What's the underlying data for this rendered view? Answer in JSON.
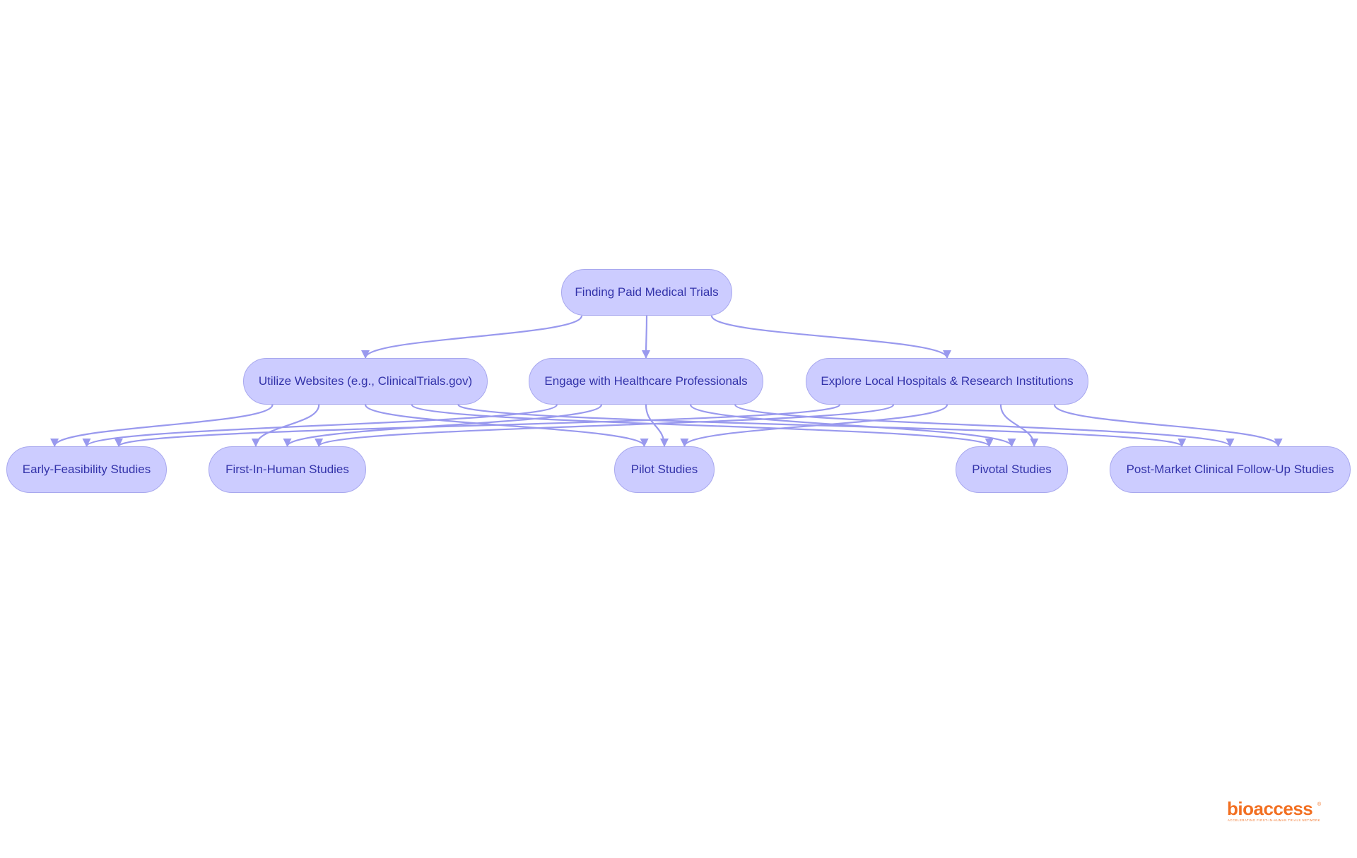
{
  "diagram": {
    "root": {
      "label": "Finding Paid Medical Trials"
    },
    "methods": [
      {
        "label": "Utilize Websites (e.g., ClinicalTrials.gov)"
      },
      {
        "label": "Engage with Healthcare Professionals"
      },
      {
        "label": "Explore Local Hospitals & Research Institutions"
      }
    ],
    "studies": [
      {
        "label": "Early-Feasibility Studies"
      },
      {
        "label": "First-In-Human Studies"
      },
      {
        "label": "Pilot Studies"
      },
      {
        "label": "Pivotal Studies"
      },
      {
        "label": "Post-Market Clinical Follow-Up Studies"
      }
    ],
    "edges": [
      [
        "root",
        "m0"
      ],
      [
        "root",
        "m1"
      ],
      [
        "root",
        "m2"
      ],
      [
        "m0",
        "s0"
      ],
      [
        "m0",
        "s1"
      ],
      [
        "m0",
        "s2"
      ],
      [
        "m0",
        "s3"
      ],
      [
        "m0",
        "s4"
      ],
      [
        "m1",
        "s0"
      ],
      [
        "m1",
        "s1"
      ],
      [
        "m1",
        "s2"
      ],
      [
        "m1",
        "s3"
      ],
      [
        "m1",
        "s4"
      ],
      [
        "m2",
        "s0"
      ],
      [
        "m2",
        "s1"
      ],
      [
        "m2",
        "s2"
      ],
      [
        "m2",
        "s3"
      ],
      [
        "m2",
        "s4"
      ]
    ]
  },
  "logo": {
    "text": "bioaccess",
    "tagline": "ACCELERATING FIRST-IN-HUMAN TRIALS NETWORK",
    "color": "#f26f21"
  },
  "colors": {
    "node_fill": "#ccccff",
    "node_border": "#a8a8ee",
    "node_text": "#3333aa",
    "edge": "#9999ee"
  }
}
